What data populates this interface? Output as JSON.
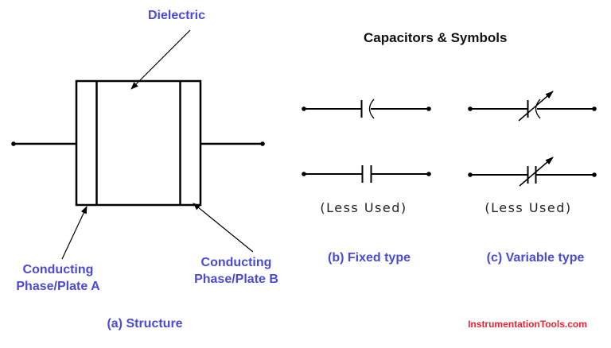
{
  "title": "Capacitors & Symbols",
  "colors": {
    "label": "#4a4ad6",
    "title": "#111111",
    "line": "#000000",
    "brand": "#ee2233"
  },
  "structure": {
    "dielectric_label": "Dielectric",
    "plate_a_label": [
      "Conducting",
      "Phase/Plate A"
    ],
    "plate_b_label": [
      "Conducting",
      "Phase/Plate B"
    ],
    "caption": "(a) Structure"
  },
  "fixed": {
    "symbols": [
      "curved-plate-capacitor",
      "parallel-plate-capacitor"
    ],
    "note": "(Less Used)",
    "caption": "(b) Fixed type"
  },
  "variable": {
    "symbols": [
      "curved-plate-variable-capacitor",
      "parallel-plate-variable-capacitor"
    ],
    "note": "(Less Used)",
    "caption": "(c) Variable type"
  },
  "watermark": "InstrumentationTools.com"
}
